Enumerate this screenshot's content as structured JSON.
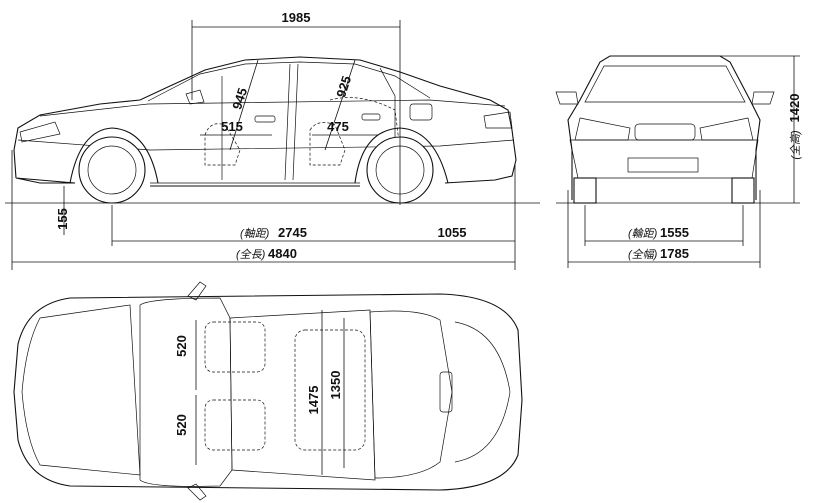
{
  "dimensions": {
    "roof_length": "1985",
    "front_headroom": "945",
    "rear_headroom": "925",
    "front_legroom": "515",
    "rear_legroom": "475",
    "ground_clearance": "155",
    "wheelbase_label": "(軸距)",
    "wheelbase": "2745",
    "rear_overhang": "1055",
    "overall_length_label": "(全長)",
    "overall_length": "4840",
    "overall_height_label": "(全高)",
    "overall_height": "1420",
    "tread_label": "(輪距)",
    "tread": "1555",
    "overall_width_label": "(全幅)",
    "overall_width": "1785",
    "front_seat_width": "520",
    "rear_seat_width": "520",
    "front_cabin_width": "1475",
    "rear_cabin_width": "1350"
  }
}
